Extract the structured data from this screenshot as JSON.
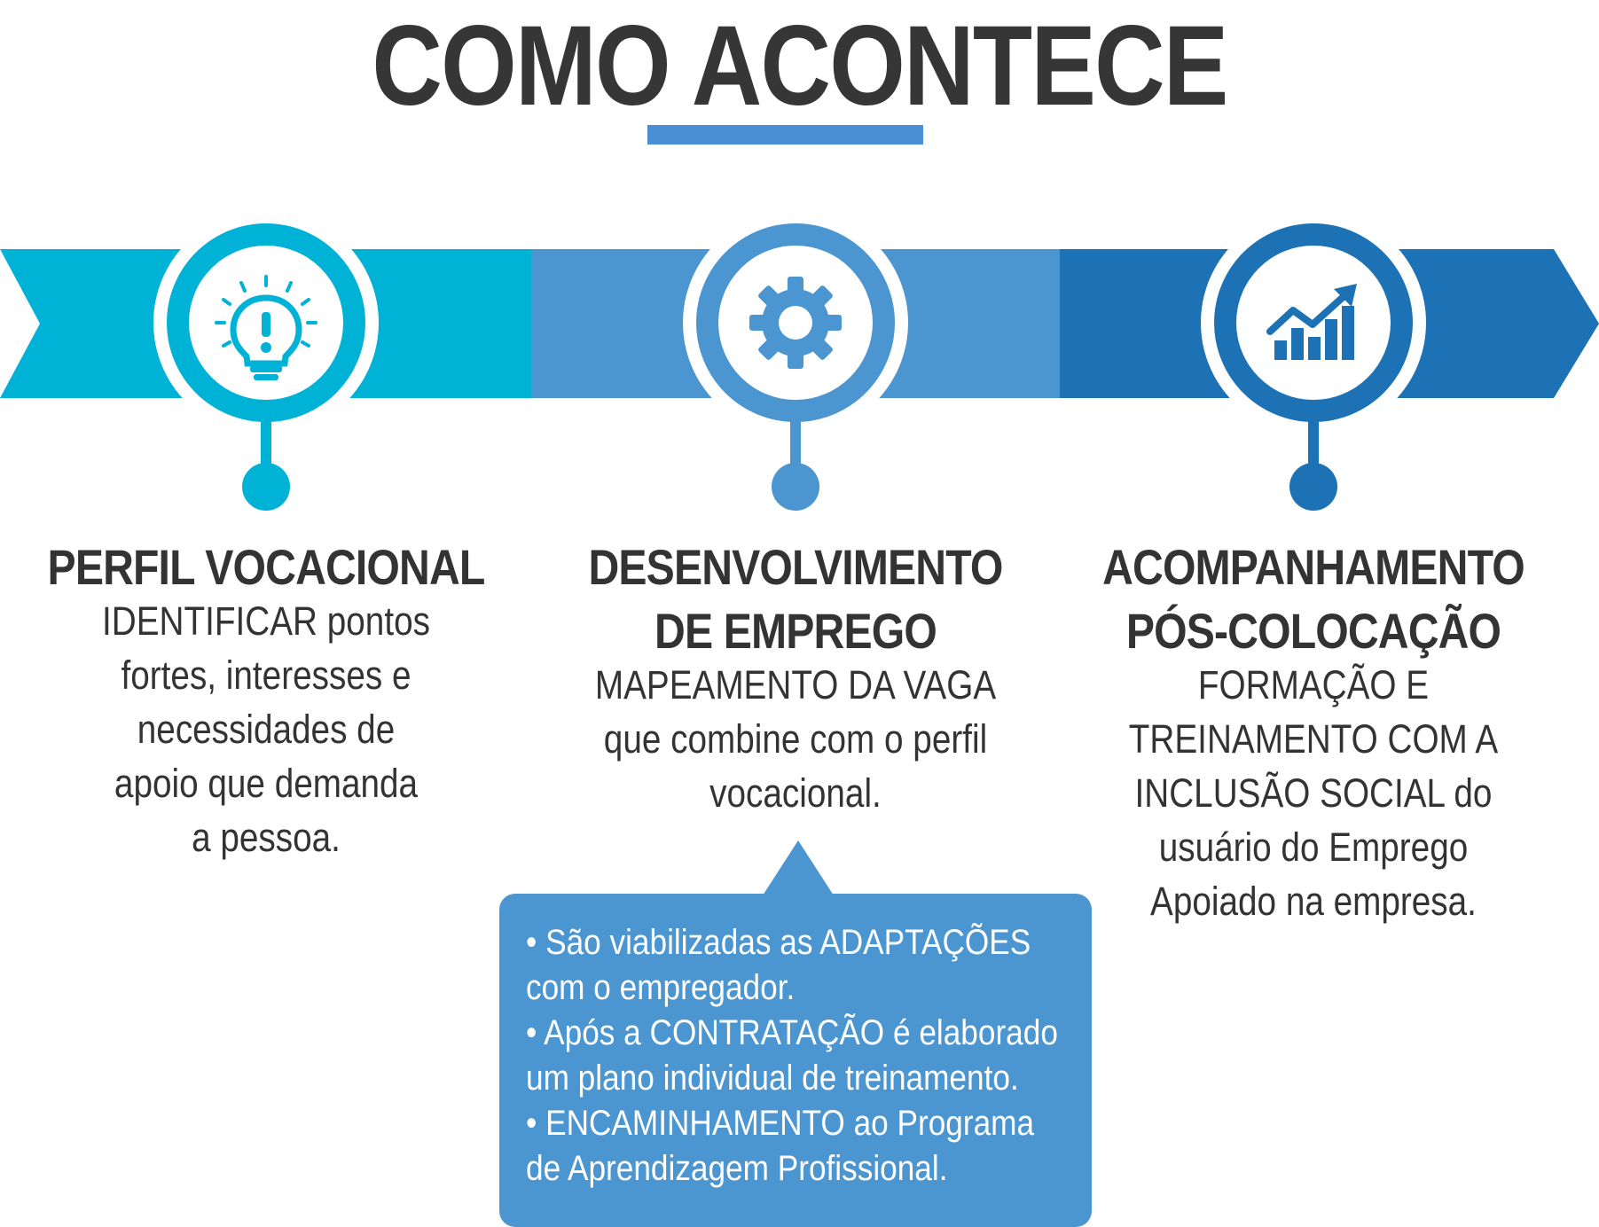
{
  "title": "COMO ACONTECE",
  "colors": {
    "title": "#363636",
    "accent_rule": "#4A8FD4",
    "step1": "#00B2D6",
    "step2": "#4B95D1",
    "step3": "#1D72B5",
    "text": "#333333",
    "callout": "#4B95D1"
  },
  "steps": [
    {
      "heading_lines": [
        "PERFIL VOCACIONAL"
      ],
      "description_lines": [
        "IDENTIFICAR pontos",
        "fortes, interesses e",
        "necessidades de",
        "apoio que demanda",
        "a pessoa."
      ],
      "icon": "lightbulb-icon"
    },
    {
      "heading_lines": [
        "DESENVOLVIMENTO",
        "DE EMPREGO"
      ],
      "description_lines": [
        "MAPEAMENTO DA VAGA",
        "que combine com o perfil",
        "vocacional."
      ],
      "icon": "gear-icon"
    },
    {
      "heading_lines": [
        "ACOMPANHAMENTO",
        "PÓS-COLOCAÇÃO"
      ],
      "description_lines": [
        "FORMAÇÃO E",
        "TREINAMENTO COM A",
        "INCLUSÃO SOCIAL do",
        "usuário do Emprego",
        "Apoiado na empresa."
      ],
      "icon": "growth-chart-icon"
    }
  ],
  "callout": {
    "lines": [
      "• São viabilizadas as ADAPTAÇÕES",
      "com o empregador.",
      "• Após a CONTRATAÇÃO é elaborado",
      "um plano individual de treinamento.",
      "• ENCAMINHAMENTO ao Programa",
      "de Aprendizagem Profissional."
    ]
  }
}
